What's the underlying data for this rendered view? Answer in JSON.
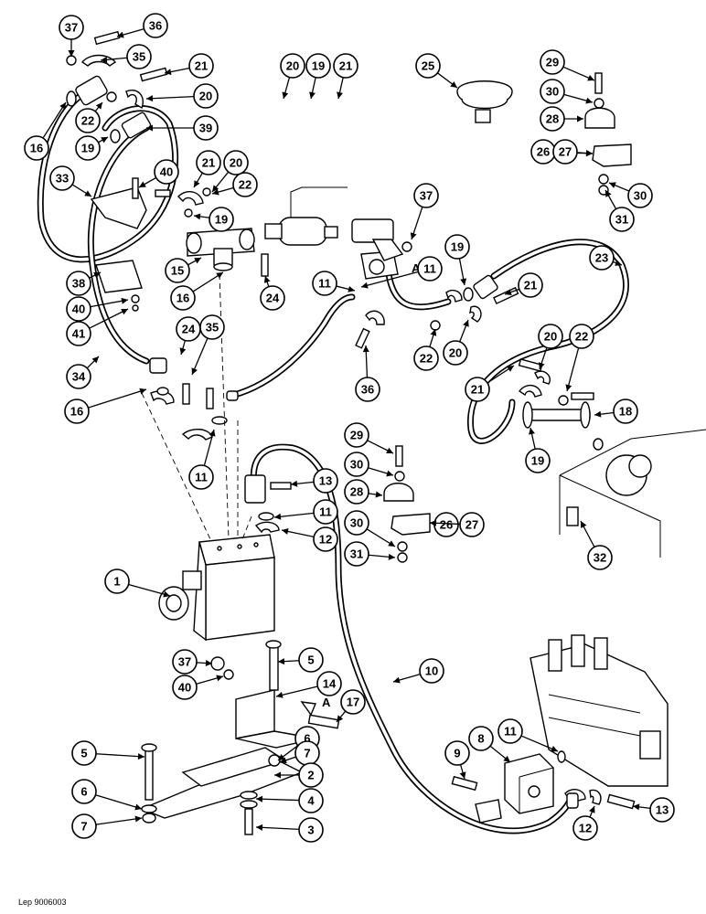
{
  "diagram": {
    "footer_code": "Lep 9006003",
    "reference_mark": "A",
    "callouts": [
      {
        "id": "c1",
        "num": "37"
      },
      {
        "id": "c2",
        "num": "36"
      },
      {
        "id": "c3",
        "num": "35"
      },
      {
        "id": "c4",
        "num": "21"
      },
      {
        "id": "c5",
        "num": "22"
      },
      {
        "id": "c6",
        "num": "20"
      },
      {
        "id": "c7",
        "num": "16"
      },
      {
        "id": "c8",
        "num": "19"
      },
      {
        "id": "c9",
        "num": "39"
      },
      {
        "id": "c10",
        "num": "33"
      },
      {
        "id": "c11",
        "num": "40"
      },
      {
        "id": "c12",
        "num": "21"
      },
      {
        "id": "c13",
        "num": "20"
      },
      {
        "id": "c14",
        "num": "22"
      },
      {
        "id": "c15",
        "num": "19"
      },
      {
        "id": "c16",
        "num": "38"
      },
      {
        "id": "c17",
        "num": "40"
      },
      {
        "id": "c18",
        "num": "41"
      },
      {
        "id": "c19",
        "num": "15"
      },
      {
        "id": "c20",
        "num": "16"
      },
      {
        "id": "c21",
        "num": "24"
      },
      {
        "id": "c22",
        "num": "34"
      },
      {
        "id": "c23",
        "num": "24"
      },
      {
        "id": "c24",
        "num": "35"
      },
      {
        "id": "c25",
        "num": "16"
      },
      {
        "id": "c26",
        "num": "11"
      },
      {
        "id": "c27",
        "num": "20"
      },
      {
        "id": "c28",
        "num": "19"
      },
      {
        "id": "c29",
        "num": "21"
      },
      {
        "id": "c30",
        "num": "25"
      },
      {
        "id": "c31",
        "num": "29"
      },
      {
        "id": "c32",
        "num": "30"
      },
      {
        "id": "c33",
        "num": "28"
      },
      {
        "id": "c34",
        "num": "26"
      },
      {
        "id": "c35",
        "num": "27"
      },
      {
        "id": "c36",
        "num": "30"
      },
      {
        "id": "c37",
        "num": "31"
      },
      {
        "id": "c38",
        "num": "37"
      },
      {
        "id": "c39",
        "num": "23"
      },
      {
        "id": "c40",
        "num": "19"
      },
      {
        "id": "c41",
        "num": "11"
      },
      {
        "id": "c42",
        "num": "21"
      },
      {
        "id": "c43",
        "num": "36"
      },
      {
        "id": "c44",
        "num": "22"
      },
      {
        "id": "c45",
        "num": "20"
      },
      {
        "id": "c46",
        "num": "20"
      },
      {
        "id": "c47",
        "num": "22"
      },
      {
        "id": "c48",
        "num": "21"
      },
      {
        "id": "c49",
        "num": "18"
      },
      {
        "id": "c50",
        "num": "19"
      },
      {
        "id": "c51",
        "num": "32"
      },
      {
        "id": "c52",
        "num": "29"
      },
      {
        "id": "c53",
        "num": "30"
      },
      {
        "id": "c54",
        "num": "28"
      },
      {
        "id": "c55",
        "num": "26"
      },
      {
        "id": "c56",
        "num": "27"
      },
      {
        "id": "c57",
        "num": "30"
      },
      {
        "id": "c58",
        "num": "31"
      },
      {
        "id": "c59",
        "num": "13"
      },
      {
        "id": "c60",
        "num": "11"
      },
      {
        "id": "c61",
        "num": "12"
      },
      {
        "id": "c62",
        "num": "11"
      },
      {
        "id": "c63",
        "num": "1"
      },
      {
        "id": "c64",
        "num": "5"
      },
      {
        "id": "c65",
        "num": "14"
      },
      {
        "id": "c66",
        "num": "37"
      },
      {
        "id": "c67",
        "num": "40"
      },
      {
        "id": "c68",
        "num": "17"
      },
      {
        "id": "c69",
        "num": "10"
      },
      {
        "id": "c70",
        "num": "6"
      },
      {
        "id": "c71",
        "num": "7"
      },
      {
        "id": "c72",
        "num": "5"
      },
      {
        "id": "c73",
        "num": "2"
      },
      {
        "id": "c74",
        "num": "4"
      },
      {
        "id": "c75",
        "num": "6"
      },
      {
        "id": "c76",
        "num": "7"
      },
      {
        "id": "c77",
        "num": "3"
      },
      {
        "id": "c78",
        "num": "9"
      },
      {
        "id": "c79",
        "num": "8"
      },
      {
        "id": "c80",
        "num": "11"
      },
      {
        "id": "c81",
        "num": "13"
      },
      {
        "id": "c82",
        "num": "12"
      }
    ]
  }
}
